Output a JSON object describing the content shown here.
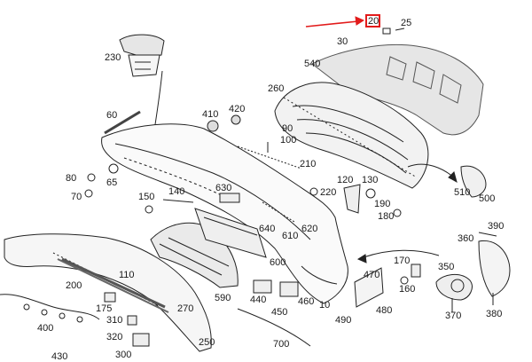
{
  "diagram": {
    "highlight_color": "#e21b1b",
    "highlighted_part": "20",
    "callouts": [
      "20",
      "25",
      "30",
      "540",
      "230",
      "260",
      "60",
      "410",
      "420",
      "90",
      "100",
      "210",
      "80",
      "65",
      "70",
      "150",
      "140",
      "630",
      "220",
      "120",
      "130",
      "190",
      "180",
      "510",
      "500",
      "640",
      "610",
      "620",
      "600",
      "390",
      "360",
      "170",
      "350",
      "160",
      "370",
      "380",
      "110",
      "200",
      "175",
      "310",
      "320",
      "400",
      "270",
      "590",
      "440",
      "450",
      "460",
      "10",
      "470",
      "480",
      "490",
      "250",
      "430",
      "300",
      "700"
    ]
  }
}
